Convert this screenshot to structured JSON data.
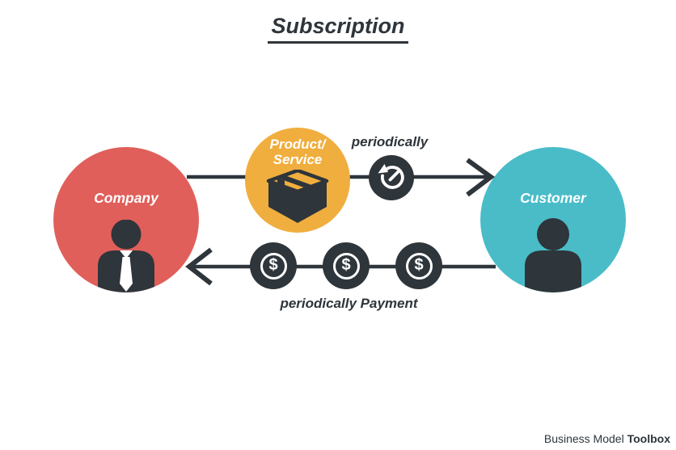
{
  "title": "Subscription",
  "colors": {
    "company": "#E05F5A",
    "customer": "#49BCC8",
    "product": "#F0AE3E",
    "dark": "#2E353B",
    "background": "#FFFFFF",
    "label_text": "#FFFFFF"
  },
  "company": {
    "label": "Company",
    "icon": "businessman-with-tie-icon"
  },
  "customer": {
    "label": "Customer",
    "icon": "person-icon"
  },
  "product": {
    "label_line1": "Product/",
    "label_line2": "Service",
    "icon": "package-box-icon"
  },
  "top_flow": {
    "label": "periodically",
    "icon": "recurring-clock-icon",
    "direction": "company-to-customer"
  },
  "bottom_flow": {
    "label": "periodically Payment",
    "coin_symbol": "$",
    "icon": "dollar-coin-icon",
    "coin_count": 3,
    "direction": "customer-to-company"
  },
  "footer": {
    "brand_regular": "Business Model",
    "brand_bold": "Toolbox"
  }
}
